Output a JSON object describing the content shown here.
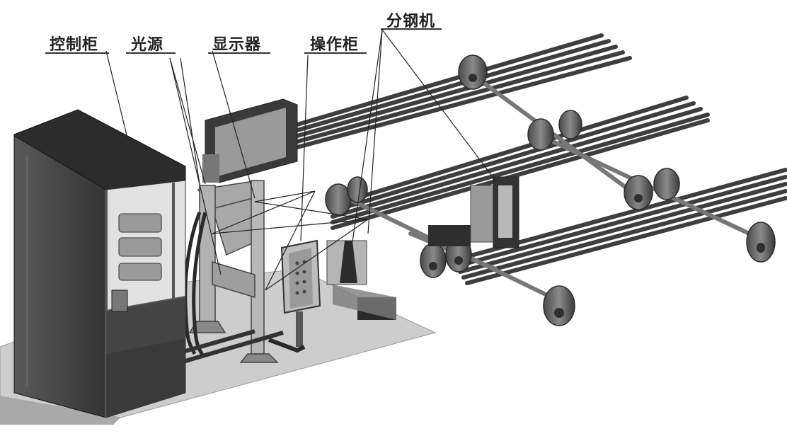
{
  "labels": {
    "control_cabinet": "控制柜",
    "light_source": "光源",
    "display": "显示器",
    "operation_cabinet": "操作柜",
    "steel_separator": "分钢机"
  },
  "colors": {
    "cabinet_dark": "#3a3a3a",
    "metal_mid": "#8a8a8a",
    "metal_light": "#c4c4c4",
    "floor": "#cfcfcf",
    "steel_bar": "#4a4a4a"
  }
}
